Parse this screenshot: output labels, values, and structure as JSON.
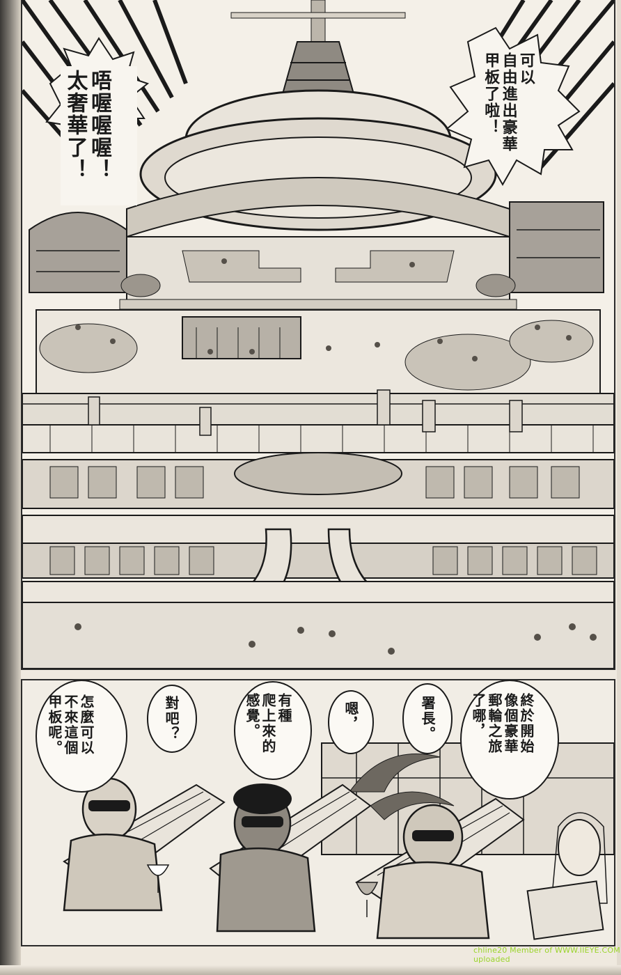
{
  "speech": {
    "top_left": "唔喔喔喔！\n太奢華了！",
    "top_right": "可以\n自由進出豪華\n甲板了啦！",
    "b1": "終於開始\n像個豪華\n郵輪之旅\n了哪，",
    "b2": "署長。",
    "b3": "嗯，",
    "b4": "有種\n爬上來的\n感覺。",
    "b5": "對吧？",
    "b6": "怎麼可以\n不來這個\n甲板呢。"
  },
  "credit": "chline20  Member of WWW.IIEYE.COM uploaded",
  "colors": {
    "ink": "#1a1a1a",
    "paper": "#f4f0e8",
    "credit": "#9ad42a"
  }
}
